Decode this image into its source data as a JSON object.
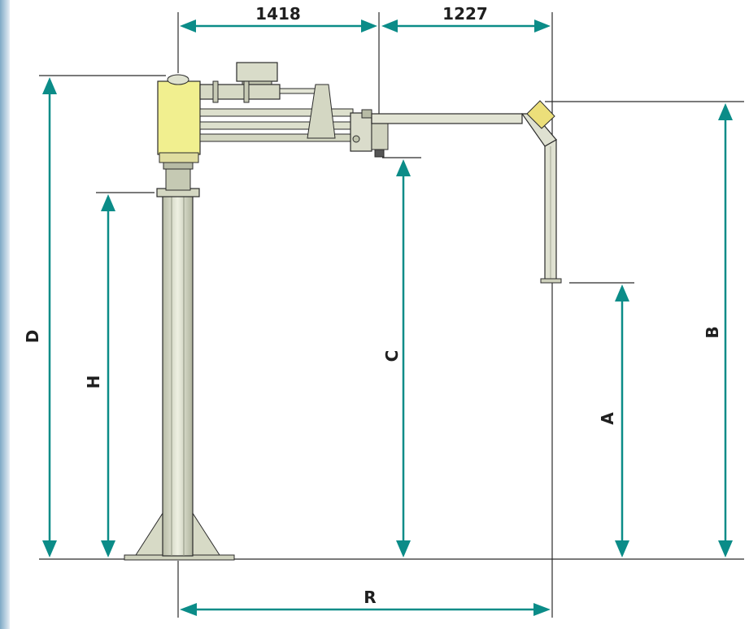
{
  "dimensions": {
    "top_left": "1418",
    "top_right": "1227",
    "d": "D",
    "h": "H",
    "c": "C",
    "a": "A",
    "b": "B",
    "r": "R"
  },
  "colors": {
    "arrow": "#0b8c88",
    "line": "#2b2b2b",
    "steel": "#d9dcc9",
    "steel_shadow": "#a9ad98",
    "yellow_box": "#f1ef8f",
    "left_edge": "#9fbfd3"
  }
}
